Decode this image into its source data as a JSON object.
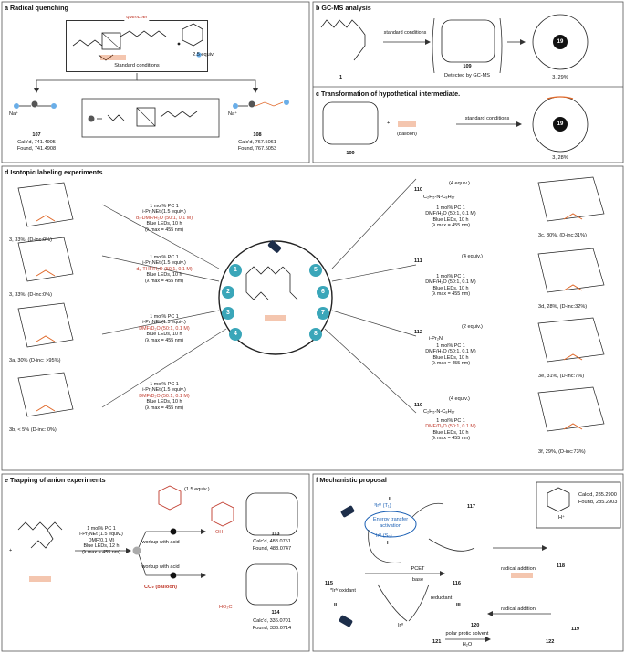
{
  "panels": {
    "a": {
      "title": "a Radical quenching",
      "quencher": "quencher",
      "equiv": "2.5 equiv.",
      "standard": "Standard conditions",
      "left": {
        "id": "107",
        "calc": "Calc'd, 741.4905",
        "found": "Found, 741.4908",
        "na": "Na⁺"
      },
      "right": {
        "id": "108",
        "calc": "Calc'd, 767.5061",
        "found": "Found, 767.5053",
        "na": "Na⁺"
      }
    },
    "b": {
      "title": "b GC-MS analysis",
      "start": "1",
      "arrow": "standard conditions",
      "mid": "109",
      "detected": "Detected by GC-MS",
      "ring": "19",
      "product": "3, 29%"
    },
    "c": {
      "title": "c Transformation of hypothetical intermediate.",
      "start": "109",
      "plus": "+",
      "balloon": "(balloon)",
      "arrow": "standard conditions",
      "ring": "19",
      "product": "3, 28%"
    },
    "d": {
      "title": "d Isotopic labeling experiments",
      "nodes": [
        "1",
        "2",
        "3",
        "4",
        "5",
        "6",
        "7",
        "8"
      ],
      "left": [
        {
          "c1": "1 mol% PC 1",
          "c2": "i-Pr₂NEt (1.5 equiv.)",
          "c3": "d₇-DMF/H₂O (50:1, 0.1 M)",
          "c4": "Blue LEDs, 10 h",
          "c5": "(λ max = 455 nm)",
          "prod": "3, 33%, (D-inc:0%)"
        },
        {
          "c1": "1 mol% PC 1",
          "c2": "i-Pr₂NEt (1.5 equiv.)",
          "c3": "d₈-THF/H₂O (50:1, 0.1 M)",
          "c4": "Blue LEDs, 10 h",
          "c5": "(λ max = 455 nm)",
          "prod": "3, 33%, (D-inc:0%)"
        },
        {
          "c1": "1 mol% PC 1",
          "c2": "i-Pr₂NEt (1.5 equiv.)",
          "c3": "DMF/D₂O (50:1, 0.1 M)",
          "c4": "Blue LEDs, 10 h",
          "c5": "(λ max = 455 nm)",
          "prod": "3a, 30% (D-inc: >95%)"
        },
        {
          "c1": "1 mol% PC 1",
          "c2": "i-Pr₂NEt (1.5 equiv.)",
          "c3": "DMF/D₂O (50:1, 0.1 M)",
          "c4": "Blue LEDs, 10 h",
          "c5": "(λ max = 455 nm)",
          "prod": "3b, < 5% (D-inc: 0%)"
        }
      ],
      "right": [
        {
          "reag": "110",
          "eq": "(4 equiv.)",
          "c1": "1 mol% PC 1",
          "c3": "DMF/H₂O (50:1, 0.1 M)",
          "c4": "Blue LEDs, 10 h",
          "c5": "(λ max = 455 nm)",
          "prod": "3c, 30%, (D-inc:31%)"
        },
        {
          "reag": "111",
          "eq": "(4 equiv.)",
          "c1": "1 mol% PC 1",
          "c3": "DMF/H₂O (50:1, 0.1 M)",
          "c4": "Blue LEDs, 10 h",
          "c5": "(λ max = 455 nm)",
          "prod": "3d, 28%, (D-inc:32%)"
        },
        {
          "reag": "112",
          "eq": "(2 equiv.)",
          "c1": "1 mol% PC 1",
          "c3": "DMF/H₂O (50:1, 0.1 M)",
          "c4": "Blue LEDs, 10 h",
          "c5": "(λ max = 455 nm)",
          "prod": "3e, 31%, (D-inc:7%)"
        },
        {
          "reag": "110",
          "eq": "(4 equiv.)",
          "c1": "1 mol% PC 1",
          "c3": "DMF/D₂O (50:1, 0.1 M)",
          "c4": "Blue LEDs, 10 h",
          "c5": "(λ max = 455 nm)",
          "prod": "3f, 29%, (D-inc:73%)"
        }
      ],
      "amine_110": "C₂H₅-N-C₈H₁₇",
      "amine_112": "i-Pr₂N"
    },
    "e": {
      "title": "e Trapping of anion experiments",
      "c1": "1 mol% PC 1",
      "c2": "i-Pr₂NEt (1.5 equiv.)",
      "c3": "DMF(0.1 M)",
      "c4": "Blue LEDs, 12 h",
      "c5": "(λ max = 455 nm)",
      "equiv": "(1.5 equiv.)",
      "workup1": "workup with acid",
      "workup2": "workup with acid",
      "co2": "CO₂ (balloon)",
      "p113": {
        "id": "113",
        "calc": "Calc'd, 488.0751",
        "found": "Found, 488.0747",
        "oh": "OH"
      },
      "p114": {
        "id": "114",
        "calc": "Calc'd, 336.0701",
        "found": "Found, 336.0714",
        "acid": "HO₂C"
      },
      "plus": "+"
    },
    "f": {
      "title": "f Mechanistic proposal",
      "center1": "Energy transfer",
      "center2": "activation",
      "t1": "³Irᴵᴵᴵ (T₁)",
      "ii": "II",
      "s0": "Irᴵᴵᴵ (S₀)",
      "i": "I",
      "pcet": "PCET",
      "base": "base",
      "m115": "115",
      "m116": "116",
      "m117": "117",
      "m118": "118",
      "m119": "119",
      "m120": "120",
      "m121": "121",
      "m122": "122",
      "oxidant": "*Irᴵᵛ oxidant",
      "oxid_num": "II",
      "reductant": "reductant",
      "red_num": "III",
      "irIII": "Irᴵᴵᴵ",
      "radadd1": "radical addition",
      "radadd2": "radical addition",
      "solvent": "polar protic solvent",
      "water": "H₂O",
      "ms_calc": "Calc'd, 285.2900",
      "ms_found": "Found, 285.2903",
      "hplus": "H⁺"
    }
  },
  "colors": {
    "red": "#c0392b",
    "orange": "#e0692a",
    "blue": "#1a5fb4",
    "teal": "#3aa6b9",
    "dark": "#222222"
  }
}
